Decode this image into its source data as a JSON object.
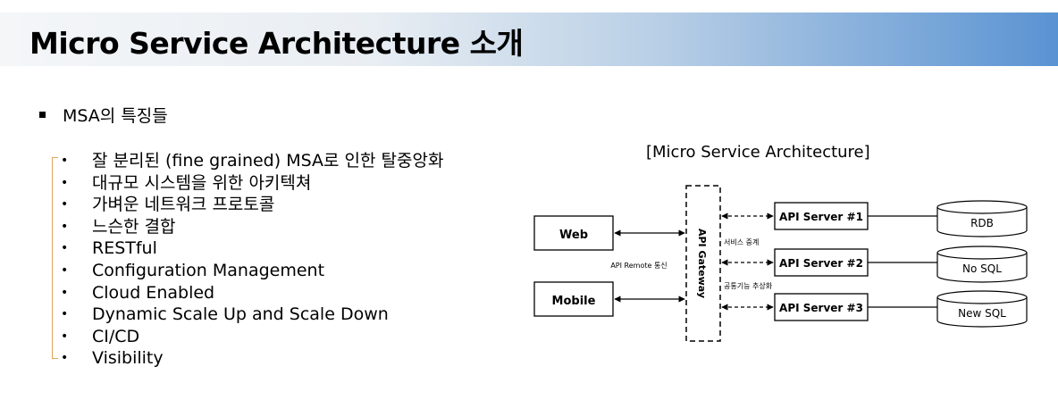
{
  "title": "Micro Service Architecture 소개",
  "section": {
    "title": "MSA의 특징들"
  },
  "features": [
    "잘 분리된 (fine grained) MSA로 인한 탈중앙화",
    "대규모 시스템을 위한 아키텍쳐",
    "가벼운 네트워크 프로토콜",
    "느슨한 결합",
    "RESTful",
    "Configuration Management",
    "Cloud Enabled",
    "Dynamic Scale Up and Scale Down",
    "CI/CD",
    "Visibility"
  ],
  "diagram": {
    "caption": "[Micro Service Architecture]",
    "clients": [
      "Web",
      "Mobile"
    ],
    "gateway": "API Gateway",
    "servers": [
      "API Server #1",
      "API Server #2",
      "API Server #3"
    ],
    "databases": [
      "RDB",
      "No SQL",
      "New SQL"
    ],
    "annotations": {
      "remote": "API Remote 통신",
      "linkage": "서비스 중계",
      "abstraction": "공통기능 추상화"
    }
  }
}
